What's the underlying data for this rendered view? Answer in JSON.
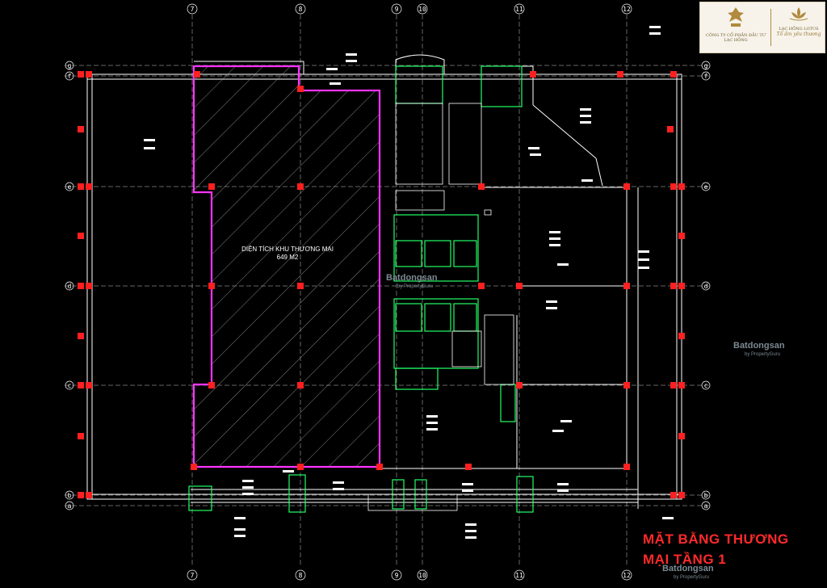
{
  "drawing": {
    "area_label": "DIỆN TÍCH KHU THƯƠNG MẠI",
    "area_value": "649 M2",
    "title_line1": "MẶT BẰNG THƯƠNG",
    "title_line2": "MẠI TẦNG 1",
    "column_labels": [
      "7",
      "8",
      "9",
      "10",
      "11",
      "12"
    ],
    "row_labels": [
      "g",
      "f",
      "e",
      "d",
      "c",
      "b",
      "a"
    ],
    "colors": {
      "background": "#000000",
      "linework": "#ffffff",
      "commercial_area": "#ff33ff",
      "columns": "#ff2020",
      "structure": "#22ff66",
      "title": "#ff2a2a"
    }
  },
  "logos": {
    "left_company": "CÔNG TY CỔ PHẦN ĐẦU TƯ LẠC HỒNG",
    "right_brand": "LẠC HỒNG LOTUS",
    "right_tagline": "Tổ ấm yêu thương",
    "icons": [
      "lotus-flower-icon",
      "pagoda-icon"
    ]
  },
  "watermark": {
    "brand": "Batdongsan",
    "sub": "by PropertyGuru"
  }
}
